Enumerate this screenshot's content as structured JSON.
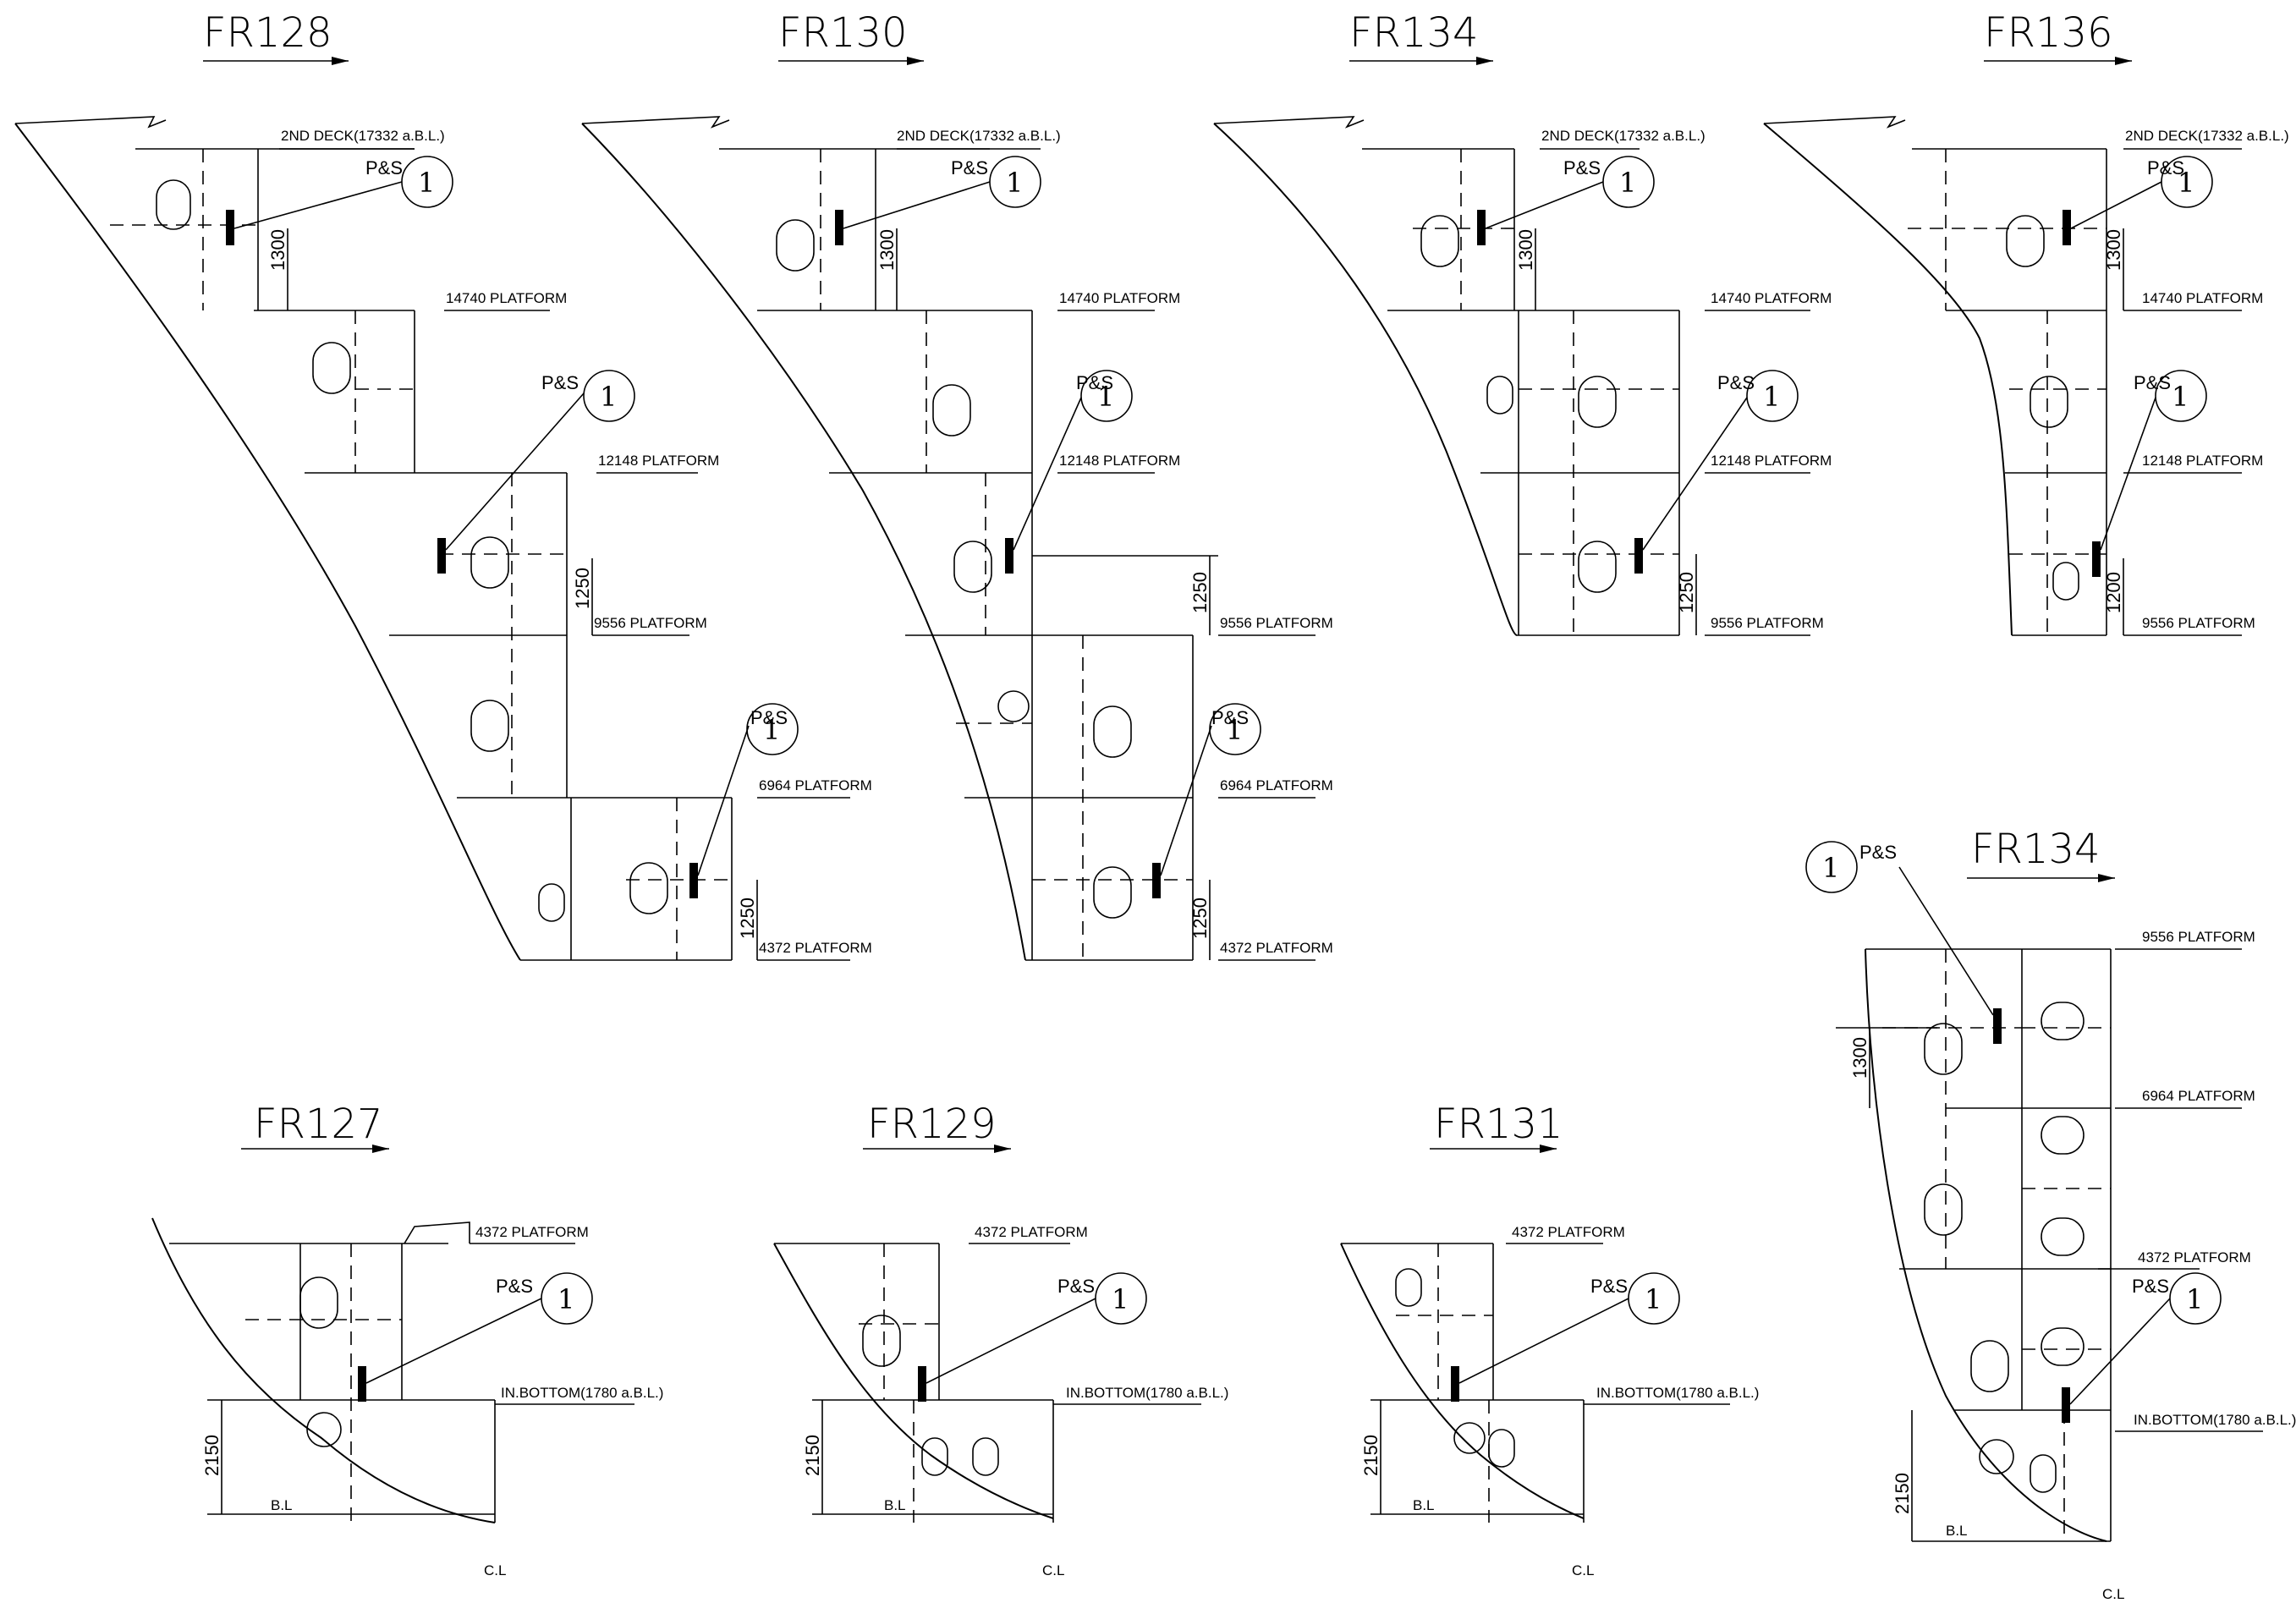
{
  "views": [
    {
      "id": "fr128",
      "title": "FR128",
      "callout": {
        "label": "P&S",
        "number": "1"
      },
      "callout2": {
        "label": "P&S",
        "number": "1"
      },
      "callout3": {
        "label": "P&S",
        "number": "1"
      },
      "levels": [
        "2ND DECK(17332 a.B.L.)",
        "14740 PLATFORM",
        "12148 PLATFORM",
        "9556 PLATFORM",
        "6964 PLATFORM",
        "4372 PLATFORM"
      ],
      "dims": [
        "1300",
        "1250",
        "1250"
      ]
    },
    {
      "id": "fr130",
      "title": "FR130",
      "callout": {
        "label": "P&S",
        "number": "1"
      },
      "callout2": {
        "label": "P&S",
        "number": "1"
      },
      "callout3": {
        "label": "P&S",
        "number": "1"
      },
      "levels": [
        "2ND DECK(17332 a.B.L.)",
        "14740 PLATFORM",
        "12148 PLATFORM",
        "9556 PLATFORM",
        "6964 PLATFORM",
        "4372 PLATFORM"
      ],
      "dims": [
        "1300",
        "1250",
        "1250"
      ]
    },
    {
      "id": "fr134a",
      "title": "FR134",
      "callout": {
        "label": "P&S",
        "number": "1"
      },
      "callout2": {
        "label": "P&S",
        "number": "1"
      },
      "levels": [
        "2ND DECK(17332 a.B.L.)",
        "14740 PLATFORM",
        "12148 PLATFORM",
        "9556 PLATFORM"
      ],
      "dims": [
        "1300",
        "1250"
      ]
    },
    {
      "id": "fr136",
      "title": "FR136",
      "callout": {
        "label": "P&S",
        "number": "1"
      },
      "callout2": {
        "label": "P&S",
        "number": "1"
      },
      "levels": [
        "2ND DECK(17332 a.B.L.)",
        "14740 PLATFORM",
        "12148 PLATFORM",
        "9556 PLATFORM"
      ],
      "dims": [
        "1300",
        "1200"
      ]
    },
    {
      "id": "fr127",
      "title": "FR127",
      "callout": {
        "label": "P&S",
        "number": "1"
      },
      "levels": [
        "4372 PLATFORM",
        "IN.BOTTOM(1780 a.B.L.)"
      ],
      "dims": [
        "2150"
      ],
      "bl": "B.L",
      "cl": "C.L"
    },
    {
      "id": "fr129",
      "title": "FR129",
      "callout": {
        "label": "P&S",
        "number": "1"
      },
      "levels": [
        "4372 PLATFORM",
        "IN.BOTTOM(1780 a.B.L.)"
      ],
      "dims": [
        "2150"
      ],
      "bl": "B.L",
      "cl": "C.L"
    },
    {
      "id": "fr131",
      "title": "FR131",
      "callout": {
        "label": "P&S",
        "number": "1"
      },
      "levels": [
        "4372 PLATFORM",
        "IN.BOTTOM(1780 a.B.L.)"
      ],
      "dims": [
        "2150"
      ],
      "bl": "B.L",
      "cl": "C.L"
    },
    {
      "id": "fr134b",
      "title": "FR134",
      "callout": {
        "label": "P&S",
        "number": "1"
      },
      "callout2": {
        "label": "P&S",
        "number": "1"
      },
      "levels": [
        "9556 PLATFORM",
        "6964 PLATFORM",
        "4372 PLATFORM",
        "IN.BOTTOM(1780 a.B.L.)"
      ],
      "dims": [
        "1300",
        "2150"
      ],
      "bl": "B.L",
      "cl": "C.L"
    }
  ]
}
